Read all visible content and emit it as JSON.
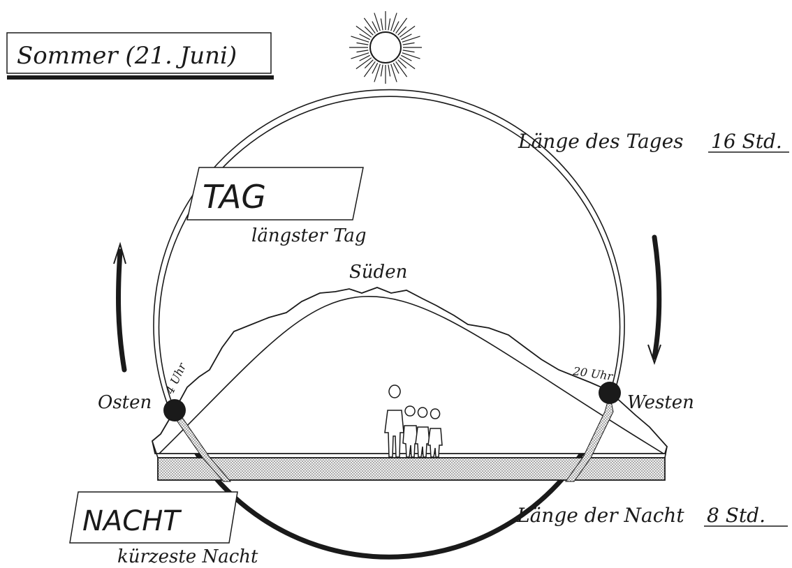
{
  "title": "Sommer (21. Juni)",
  "day": {
    "label": "TAG",
    "caption": "längster Tag"
  },
  "night": {
    "label": "NACHT",
    "caption": "kürzeste Nacht"
  },
  "directions": {
    "east": "Osten",
    "south": "Süden",
    "west": "Westen"
  },
  "times": {
    "sunrise": "4 Uhr",
    "sunset": "20 Uhr"
  },
  "day_length": {
    "text": "Länge des Tages",
    "value": "16 Std."
  },
  "night_length": {
    "text": "Länge der Nacht",
    "value": "8 Std."
  },
  "colors": {
    "ink": "#1a1a1a",
    "ground_fill": "#e6e6e6",
    "background": "#ffffff"
  }
}
